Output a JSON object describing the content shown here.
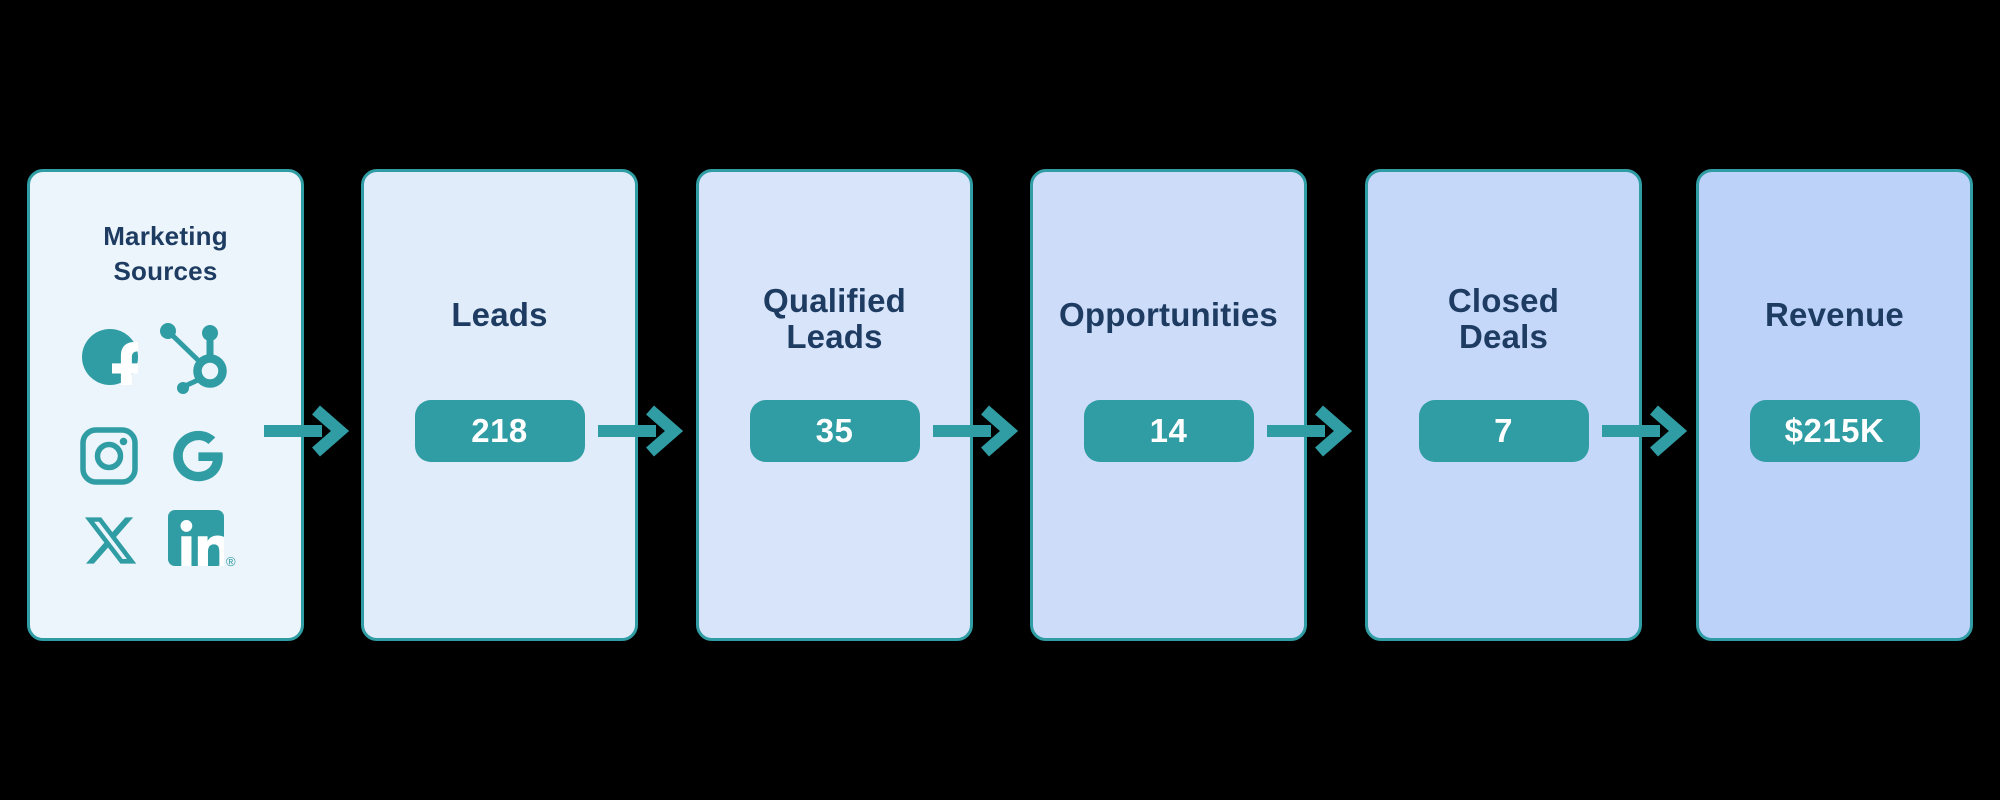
{
  "page": {
    "background": "#000000"
  },
  "diagram": {
    "accent": "#2F9DA3",
    "title_color": "#1E3C62",
    "badge_text_color": "#FFFFFF",
    "stages": [
      {
        "title": "Marketing\nSources",
        "bg": "#ECF4FC",
        "icons": [
          "facebook",
          "hubspot",
          "instagram",
          "google",
          "x",
          "linkedin"
        ],
        "linkedin_reg_mark": "®"
      },
      {
        "title": "Leads",
        "value": "218",
        "bg": "#E1ECFB"
      },
      {
        "title": "Qualified\nLeads",
        "value": "35",
        "bg": "#D8E4FA"
      },
      {
        "title": "Opportunities",
        "value": "14",
        "bg": "#CDDDF9"
      },
      {
        "title": "Closed\nDeals",
        "value": "7",
        "bg": "#C5D8FA"
      },
      {
        "title": "Revenue",
        "value": "$215K",
        "bg": "#BDD2F9"
      }
    ]
  }
}
